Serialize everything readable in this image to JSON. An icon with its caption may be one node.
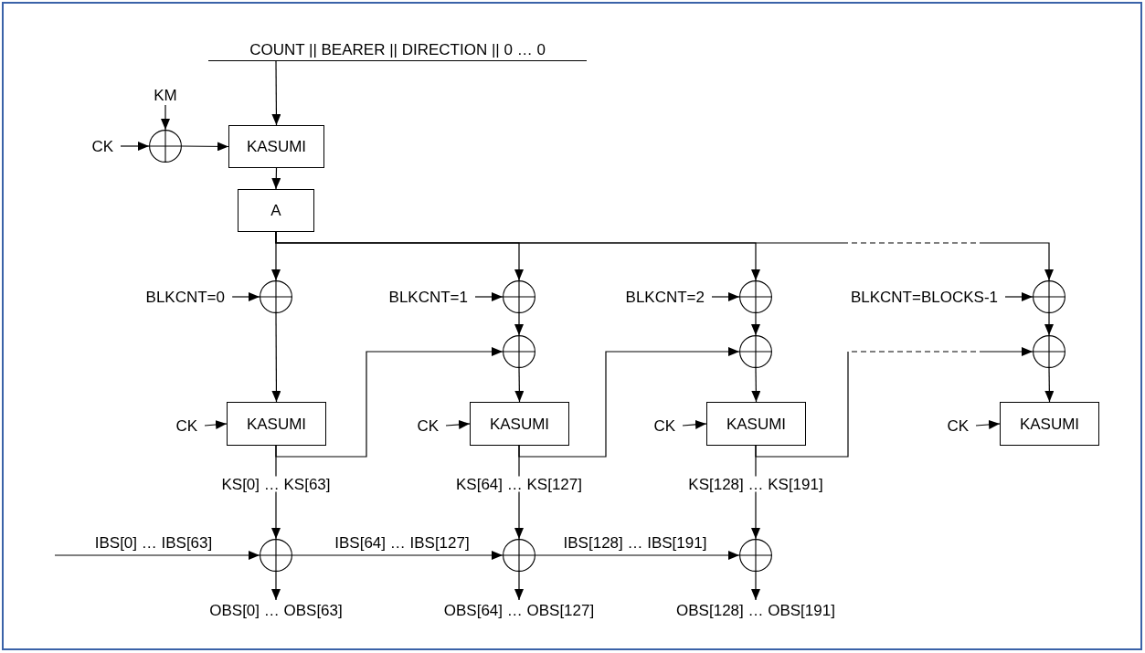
{
  "diagram": {
    "nodes": [
      {
        "text": [
          "COUNT || BEARER || DIRECTION || 0 … 0"
        ]
      },
      {
        "text": [
          "KM"
        ]
      },
      {
        "text": [
          "CK"
        ]
      },
      {
        "text": [],
        "shape": "circle"
      },
      {
        "text": [
          "KASUMI"
        ]
      },
      {
        "text": [
          "A"
        ]
      },
      {
        "text": [
          "BLKCNT=0"
        ]
      },
      {
        "text": [],
        "shape": "circle"
      },
      {
        "text": [
          "BLKCNT=1"
        ]
      },
      {
        "text": [],
        "shape": "circle"
      },
      {
        "text": [
          "BLKCNT=2"
        ]
      },
      {
        "text": [],
        "shape": "circle"
      },
      {
        "text": [
          "BLKCNT=BLOCKS-1"
        ]
      },
      {
        "text": [],
        "shape": "circle"
      },
      {
        "text": [],
        "shape": "circle"
      },
      {
        "text": [],
        "shape": "circle"
      },
      {
        "text": [],
        "shape": "circle"
      },
      {
        "text": [
          "CK"
        ]
      },
      {
        "text": [
          "KASUMI"
        ]
      },
      {
        "text": [
          "CK"
        ]
      },
      {
        "text": [
          "KASUMI"
        ]
      },
      {
        "text": [
          "CK"
        ]
      },
      {
        "text": [
          "KASUMI"
        ]
      },
      {
        "text": [
          "CK"
        ]
      },
      {
        "text": [
          "KASUMI"
        ]
      },
      {
        "text": [],
        "shape": "circle"
      },
      {
        "text": [],
        "shape": "circle"
      },
      {
        "text": [],
        "shape": "circle"
      },
      {
        "text": [
          "OBS[0] … OBS[63]"
        ]
      },
      {
        "text": [
          "OBS[64] … OBS[127]"
        ]
      },
      {
        "text": [
          "OBS[128] … OBS[191]"
        ]
      }
    ],
    "edges": [
      {
        "from": 0,
        "to": 4,
        "arrow": "to"
      },
      {
        "from": 1,
        "to": 3,
        "arrow": "to"
      },
      {
        "from": 2,
        "to": 3,
        "arrow": "to"
      },
      {
        "from": 3,
        "to": 4,
        "arrow": "to"
      },
      {
        "from": 4,
        "to": 5,
        "arrow": "to"
      },
      {
        "from": 5,
        "to": 7,
        "arrow": "to"
      },
      {
        "from": 5,
        "to": 9,
        "arrow": "to"
      },
      {
        "from": 5,
        "to": 11,
        "arrow": "to"
      },
      {
        "from": 5,
        "to": 13,
        "arrow": "to",
        "style": "dashed"
      },
      {
        "from": 6,
        "to": 7,
        "arrow": "to"
      },
      {
        "from": 8,
        "to": 9,
        "arrow": "to"
      },
      {
        "from": 10,
        "to": 11,
        "arrow": "to"
      },
      {
        "from": 12,
        "to": 13,
        "arrow": "to"
      },
      {
        "from": 9,
        "to": 14,
        "arrow": "to"
      },
      {
        "from": 11,
        "to": 15,
        "arrow": "to"
      },
      {
        "from": 13,
        "to": 16,
        "arrow": "to"
      },
      {
        "from": 7,
        "to": 18,
        "arrow": "to"
      },
      {
        "from": 14,
        "to": 20,
        "arrow": "to"
      },
      {
        "from": 15,
        "to": 22,
        "arrow": "to"
      },
      {
        "from": 16,
        "to": 24,
        "arrow": "to"
      },
      {
        "from": 17,
        "to": 18,
        "arrow": "to"
      },
      {
        "from": 19,
        "to": 20,
        "arrow": "to"
      },
      {
        "from": 21,
        "to": 22,
        "arrow": "to"
      },
      {
        "from": 23,
        "to": 24,
        "arrow": "to"
      },
      {
        "from": 18,
        "to": 14,
        "arrow": "to"
      },
      {
        "from": 20,
        "to": 15,
        "arrow": "to"
      },
      {
        "from": 22,
        "to": 16,
        "arrow": "to",
        "style": "dashed"
      },
      {
        "from": 18,
        "to": 25,
        "arrow": "to",
        "label": "KS[0] … KS[63]"
      },
      {
        "from": 20,
        "to": 26,
        "arrow": "to",
        "label": "KS[64] … KS[127]"
      },
      {
        "from": 22,
        "to": 27,
        "arrow": "to",
        "label": "KS[128] … KS[191]"
      },
      {
        "from": null,
        "to": 25,
        "arrow": "to",
        "label": "IBS[0] … IBS[63]"
      },
      {
        "from": 25,
        "to": 26,
        "arrow": "to",
        "label": "IBS[64] … IBS[127]"
      },
      {
        "from": 26,
        "to": 27,
        "arrow": "to",
        "label": "IBS[128] … IBS[191]"
      },
      {
        "from": 25,
        "to": 28,
        "arrow": "to"
      },
      {
        "from": 26,
        "to": 29,
        "arrow": "to"
      },
      {
        "from": 27,
        "to": 30,
        "arrow": "to"
      }
    ]
  }
}
